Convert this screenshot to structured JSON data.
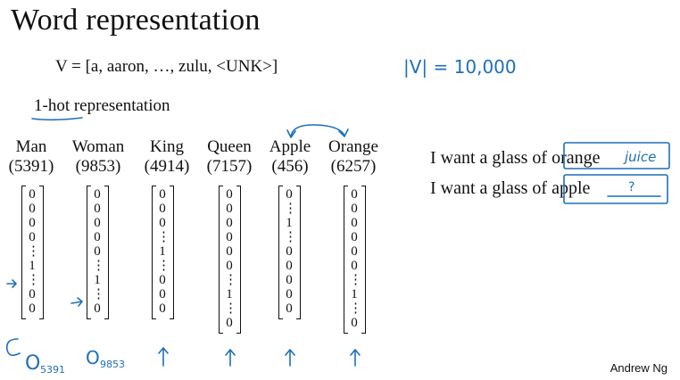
{
  "slide": {
    "title": "Word representation",
    "vocab_line": "V = [a, aaron, …, zulu, <UNK>]",
    "onehot_label": "1-hot representation",
    "handwritten_vsize": "|V| = 10,000",
    "credit": "Andrew Ng"
  },
  "words": [
    {
      "name": "Man",
      "index": "(5391)",
      "vec": [
        "0",
        "0",
        "0",
        "0",
        "⋮",
        "1",
        "⋮",
        "0",
        "0"
      ]
    },
    {
      "name": "Woman",
      "index": "(9853)",
      "vec": [
        "0",
        "0",
        "0",
        "0",
        "0",
        "⋮",
        "1",
        "⋮",
        "0"
      ]
    },
    {
      "name": "King",
      "index": "(4914)",
      "vec": [
        "0",
        "0",
        "0",
        "⋮",
        "1",
        "⋮",
        "0",
        "0",
        "0"
      ]
    },
    {
      "name": "Queen",
      "index": "(7157)",
      "vec": [
        "0",
        "0",
        "0",
        "0",
        "0",
        "0",
        "⋮",
        "1",
        "⋮",
        "0"
      ]
    },
    {
      "name": "Apple",
      "index": "(456)",
      "vec": [
        "0",
        "⋮",
        "1",
        "⋮",
        "0",
        "0",
        "0",
        "0",
        "0"
      ]
    },
    {
      "name": "Orange",
      "index": "(6257)",
      "vec": [
        "0",
        "0",
        "0",
        "0",
        "0",
        "0",
        "⋮",
        "1",
        "⋮",
        "0"
      ]
    }
  ],
  "sentences": {
    "s1_prefix": "I want a glass of",
    "s1_word": "orange",
    "s1_hand": "juice",
    "s2_prefix": "I want a glass of",
    "s2_word": "apple",
    "s2_hand": "?"
  },
  "annotations": {
    "o_man": "O",
    "o_man_sub": "5391",
    "o_woman": "O",
    "o_woman_sub": "9853"
  },
  "colors": {
    "ink": "#1f6fb8",
    "text": "#111111"
  }
}
